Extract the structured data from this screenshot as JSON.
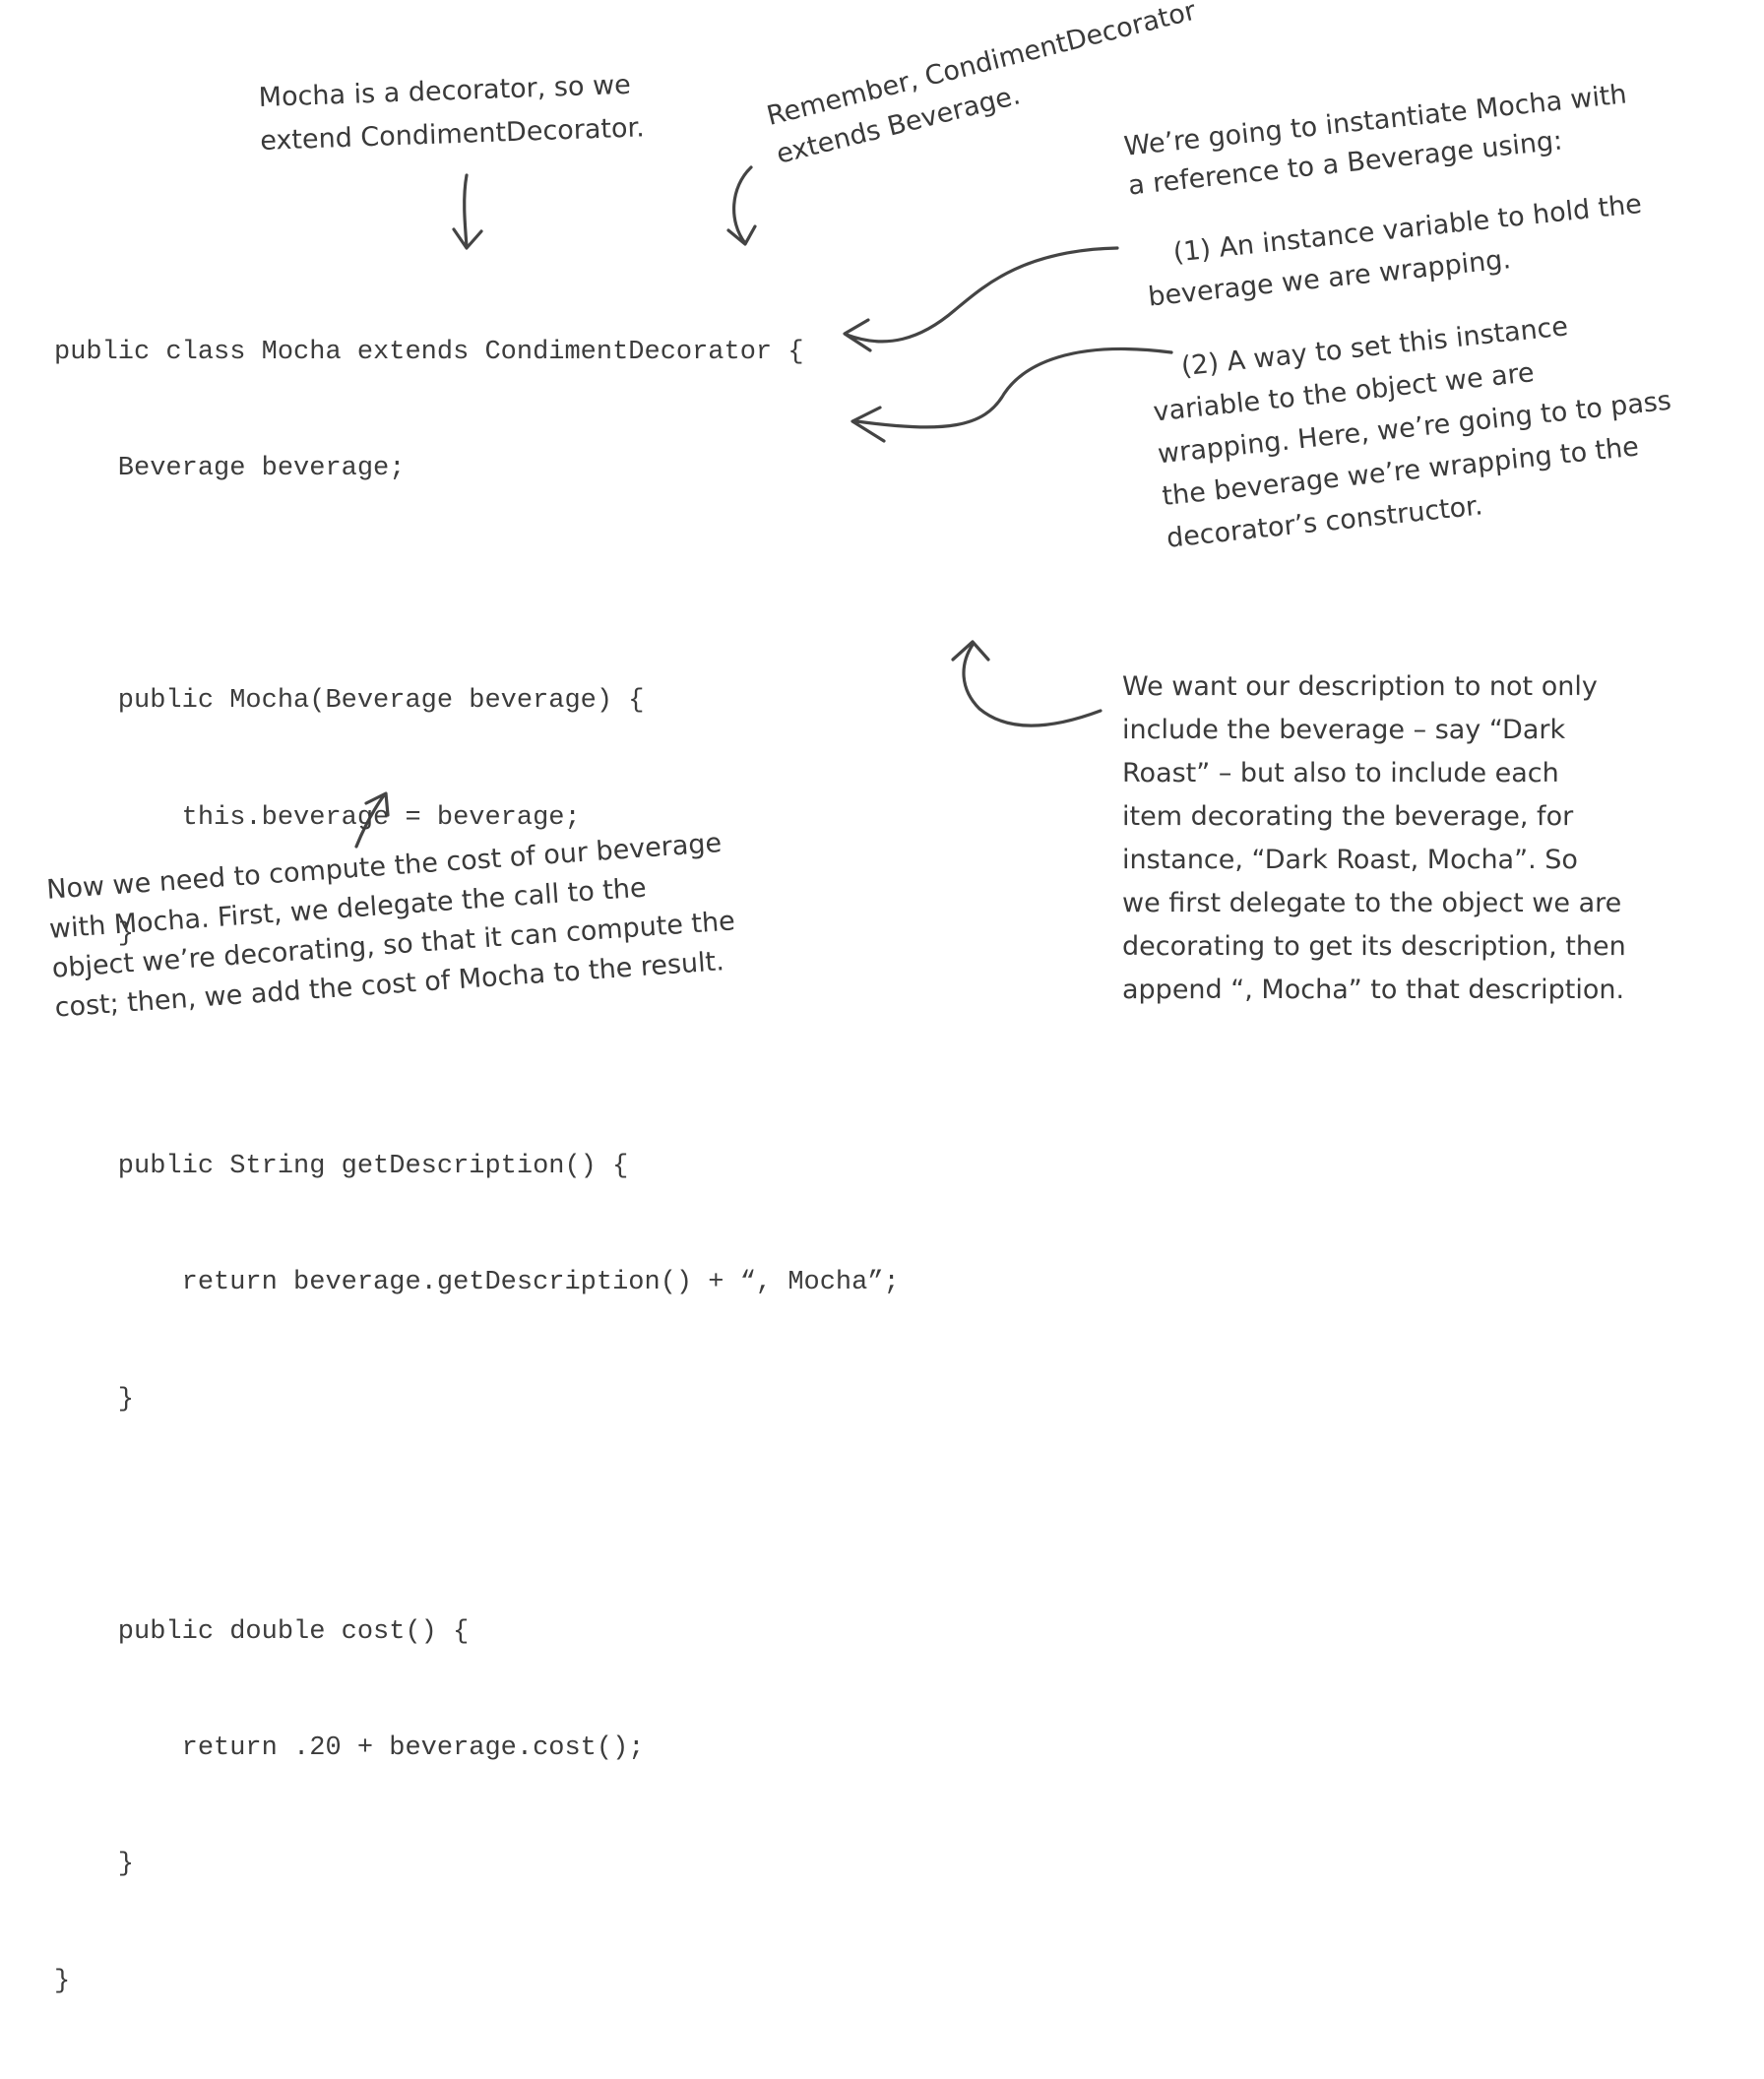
{
  "code": {
    "lines": [
      "public class Mocha extends CondimentDecorator {",
      "    Beverage beverage;",
      "",
      "    public Mocha(Beverage beverage) {",
      "        this.beverage = beverage;",
      "    }",
      "",
      "    public String getDescription() {",
      "        return beverage.getDescription() + “, Mocha”;",
      "    }",
      "",
      "    public double cost() {",
      "        return .20 + beverage.cost();",
      "    }",
      "}"
    ]
  },
  "annotations": {
    "decorator": {
      "lines": [
        "Mocha is a decorator, so we",
        "extend CondimentDecorator."
      ]
    },
    "remember": {
      "lines": [
        "Remember, CondimentDecorator",
        "extends Beverage."
      ]
    },
    "instantiate": {
      "lines": [
        "We’re going to instantiate Mocha with",
        "a reference to a Beverage using:"
      ]
    },
    "instance_var": {
      "lines": [
        "(1)  An instance variable to hold the",
        "beverage we are wrapping."
      ]
    },
    "set_var": {
      "lines": [
        "(2)  A way to set this instance",
        "variable to the object we are",
        "wrapping.  Here, we’re going to to pass",
        "the beverage we’re wrapping to the",
        "decorator’s constructor."
      ]
    },
    "description": {
      "lines": [
        "We want our description to not only",
        "include the beverage – say “Dark",
        "Roast” – but also to include each",
        "item decorating the beverage, for",
        "instance, “Dark Roast,  Mocha”.  So",
        "we first delegate to the object we are",
        "decorating to get its description, then",
        "append “, Mocha” to that description."
      ]
    },
    "cost": {
      "lines": [
        "Now we need to compute the cost of our beverage",
        "with Mocha.  First, we delegate the call to the",
        "object we’re decorating, so that it can compute the",
        "cost; then, we add the cost of Mocha to the result."
      ]
    }
  }
}
